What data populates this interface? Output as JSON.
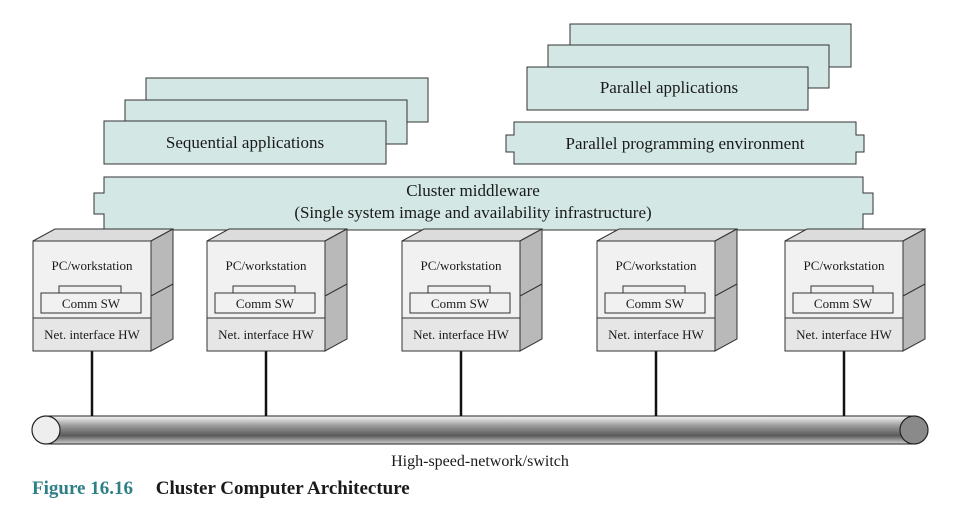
{
  "sequential_apps": "Sequential applications",
  "parallel_apps": "Parallel applications",
  "parallel_env": "Parallel programming environment",
  "middleware": {
    "line1": "Cluster middleware",
    "line2": "(Single system image and availability infrastructure)"
  },
  "nodes": [
    {
      "pc": "PC/workstation",
      "comm": "Comm SW",
      "hw": "Net. interface HW"
    },
    {
      "pc": "PC/workstation",
      "comm": "Comm SW",
      "hw": "Net. interface HW"
    },
    {
      "pc": "PC/workstation",
      "comm": "Comm SW",
      "hw": "Net. interface HW"
    },
    {
      "pc": "PC/workstation",
      "comm": "Comm SW",
      "hw": "Net. interface HW"
    },
    {
      "pc": "PC/workstation",
      "comm": "Comm SW",
      "hw": "Net. interface HW"
    }
  ],
  "network_label": "High-speed-network/switch",
  "caption": {
    "number": "Figure 16.16",
    "title": "Cluster Computer Architecture"
  },
  "colors": {
    "app_fill": "#d3e8e5",
    "node_front": "#f1f1f1",
    "node_side": "#b9b9b9",
    "node_top": "#dcdcdc",
    "caption_accent": "#2f7f86"
  }
}
